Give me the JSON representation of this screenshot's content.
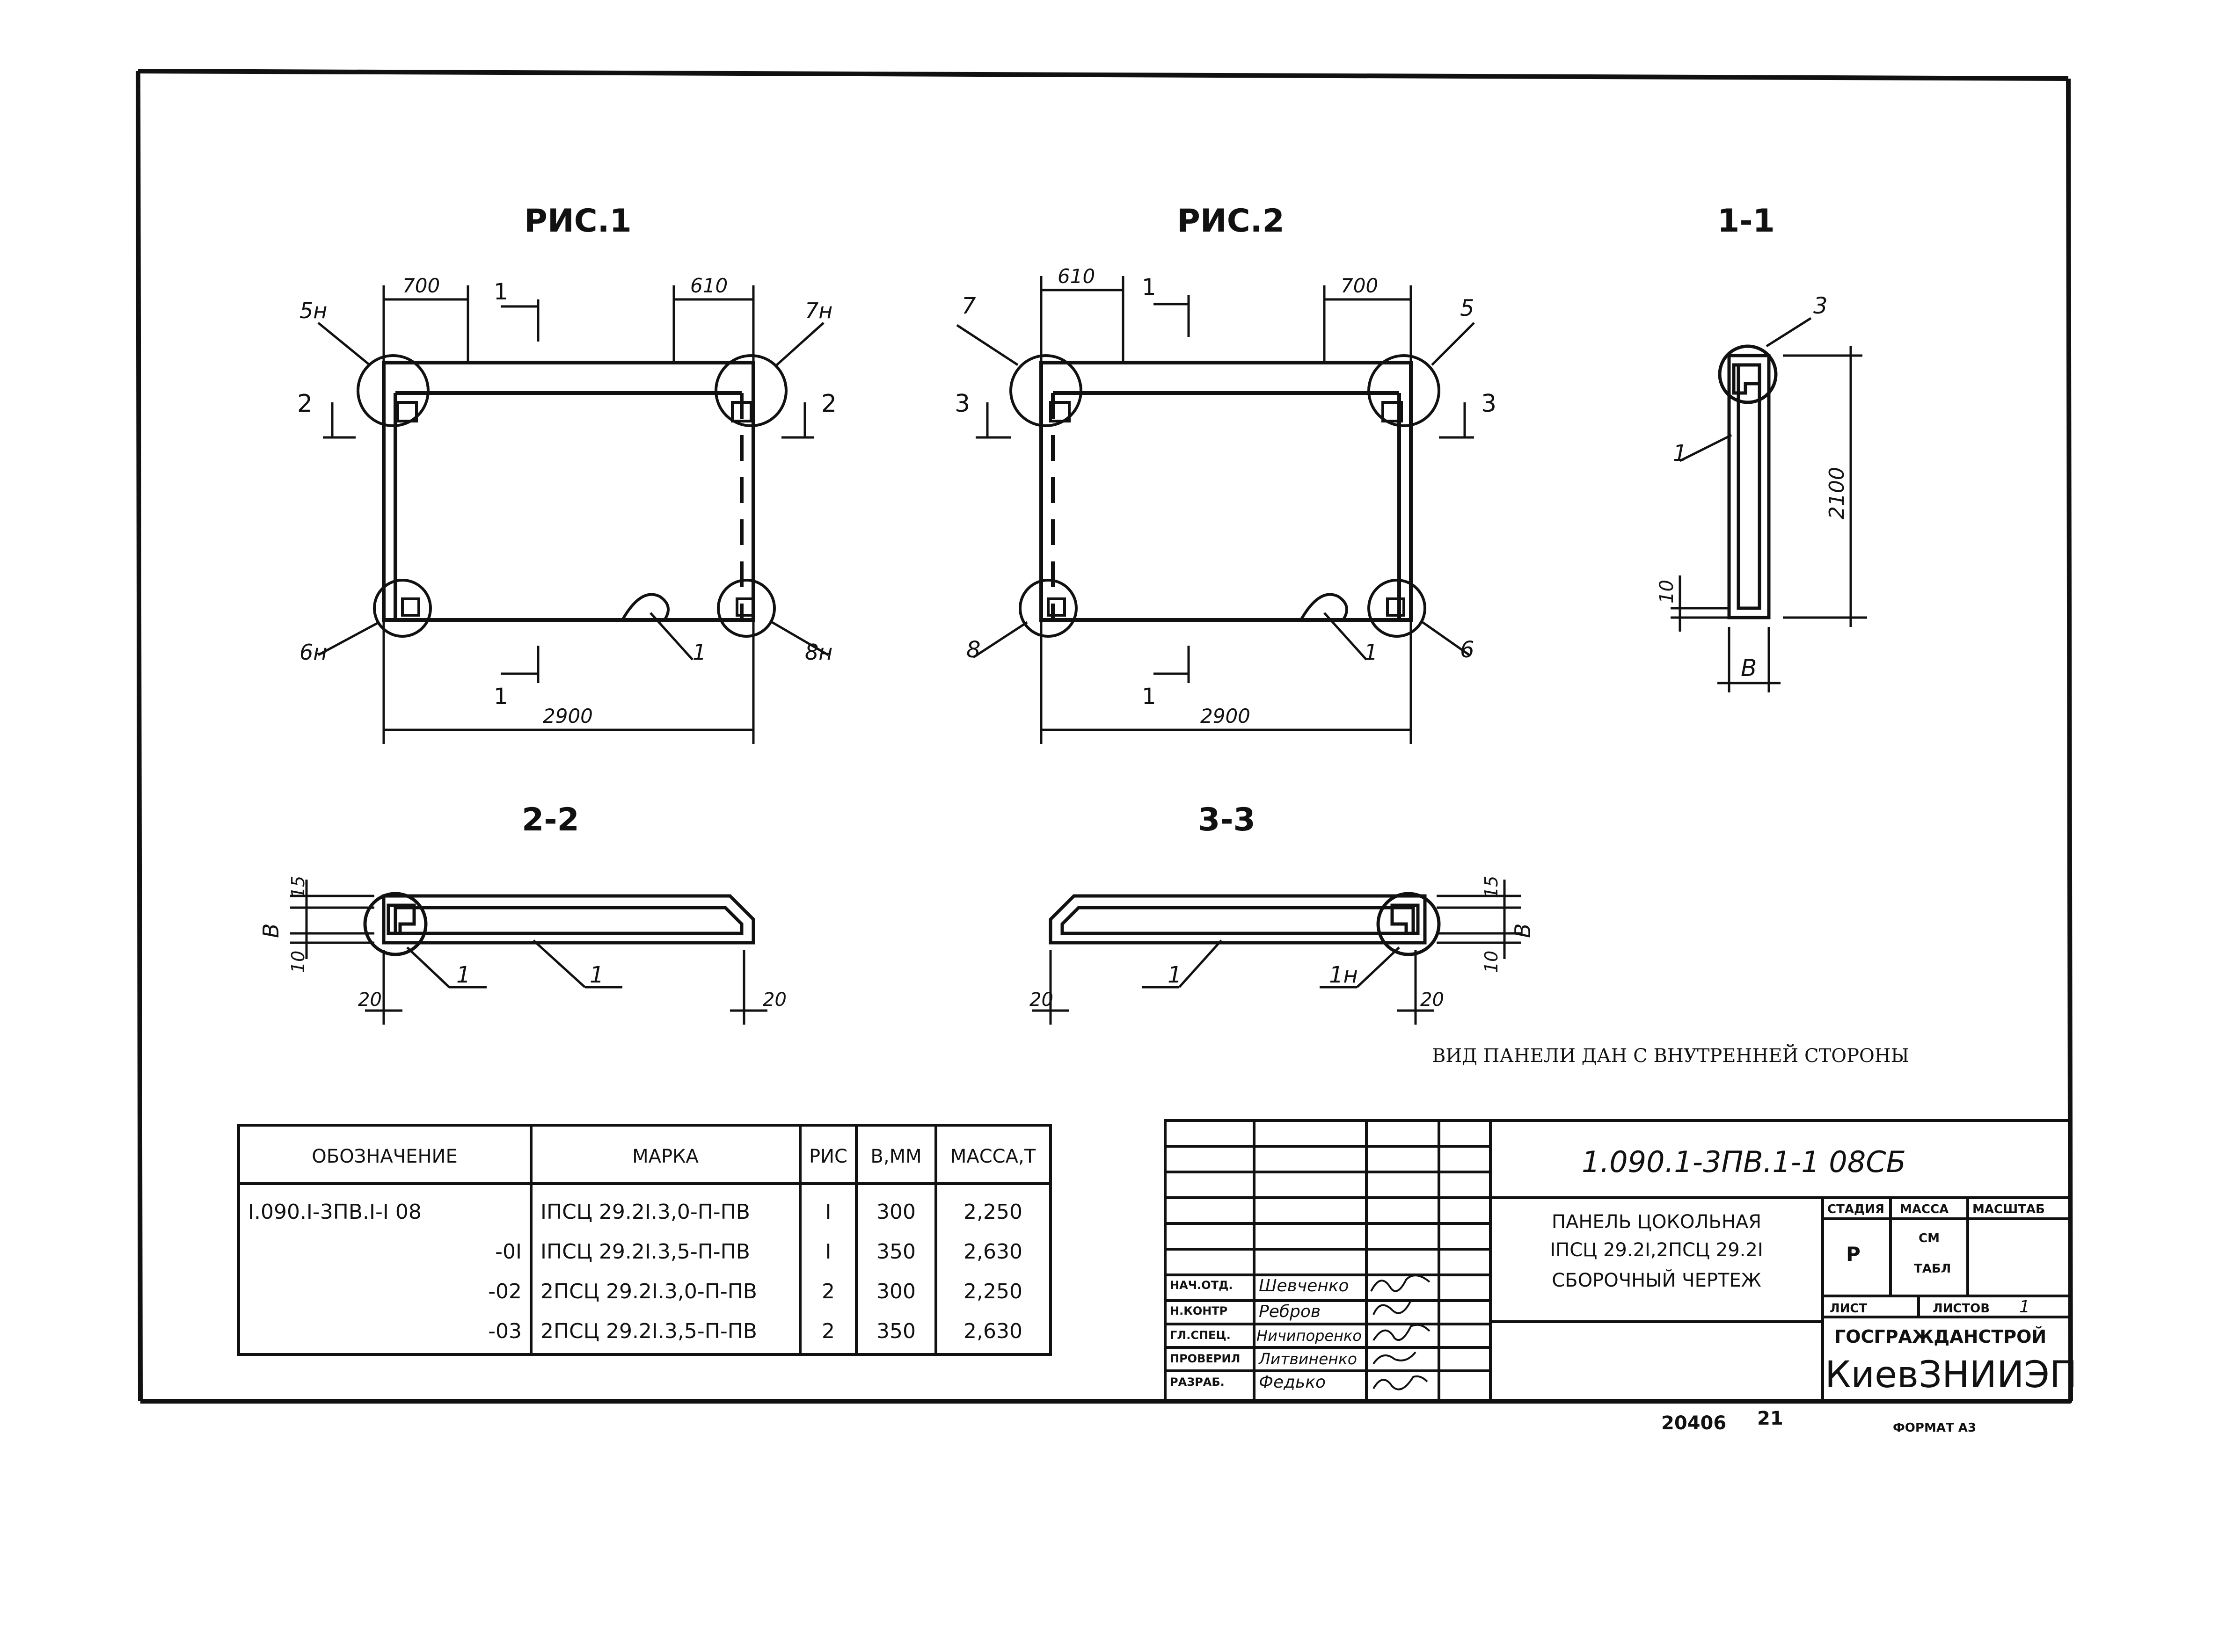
{
  "figures": {
    "fig1": {
      "title": "РИС.1",
      "dim_left": "700",
      "dim_right": "610",
      "dim_total": "2900",
      "node_tl": "5н",
      "node_tr": "7н",
      "node_bl": "6н",
      "node_br": "8н",
      "part": "1",
      "sec_top": "1",
      "sec_bottom": "1",
      "sec_left": "2",
      "sec_right": "2"
    },
    "fig2": {
      "title": "РИС.2",
      "dim_left": "610",
      "dim_right": "700",
      "dim_total": "2900",
      "node_tl": "7",
      "node_tr": "5",
      "node_bl": "8",
      "node_br": "6",
      "part": "1",
      "sec_top": "1",
      "sec_bottom": "1",
      "sec_left": "3",
      "sec_right": "3"
    },
    "sec11": {
      "title": "1-1",
      "height": "2100",
      "bottom_dim": "10",
      "width_label": "В",
      "node": "3",
      "part": "1"
    },
    "sec22": {
      "title": "2-2",
      "dim_top": "15",
      "dim_b": "В",
      "dim_bottom": "10",
      "dim_left": "20",
      "dim_right": "20",
      "part_a": "1",
      "part_b": "1"
    },
    "sec33": {
      "title": "3-3",
      "dim_top": "15",
      "dim_b": "В",
      "dim_bottom": "10",
      "dim_left": "20",
      "dim_right": "20",
      "part_a": "1",
      "part_b": "1н"
    }
  },
  "note": "ВИД ПАНЕЛИ ДАН С ВНУТРЕННЕЙ СТОРОНЫ",
  "spec_table": {
    "headers": [
      "ОБОЗНАЧЕНИЕ",
      "МАРКА",
      "РИС",
      "В,ММ",
      "МАССА,Т"
    ],
    "rows": [
      [
        "I.090.I-3ПВ.I-I 08",
        "IПСЦ 29.2I.3,0-П-ПВ",
        "I",
        "300",
        "2,250"
      ],
      [
        "-0I",
        "IПСЦ 29.2I.3,5-П-ПВ",
        "I",
        "350",
        "2,630"
      ],
      [
        "-02",
        "2ПСЦ 29.2I.3,0-П-ПВ",
        "2",
        "300",
        "2,250"
      ],
      [
        "-03",
        "2ПСЦ 29.2I.3,5-П-ПВ",
        "2",
        "350",
        "2,630"
      ]
    ]
  },
  "title_block": {
    "code": "1.090.1-3ПВ.1-1   08СБ",
    "name_line1": "ПАНЕЛЬ ЦОКОЛЬНАЯ",
    "name_line2": "IПСЦ 29.2I,2ПСЦ 29.2I",
    "name_line3": "СБОРОЧНЫЙ ЧЕРТЕЖ",
    "stage_header": "СТАДИЯ",
    "mass_header": "МАССА",
    "scale_header": "МАСШТАБ",
    "stage": "Р",
    "mass_line1": "СМ",
    "mass_line2": "ТАБЛ",
    "sheet_label": "ЛИСТ",
    "sheets_label": "ЛИСТОВ",
    "sheets_value": "1",
    "org_line1": "ГОСГРАЖДАНСТРОЙ",
    "org_line2": "КиевЗНИИЭП",
    "staff": [
      {
        "role": "НАЧ.ОТД.",
        "name": "Шевченко"
      },
      {
        "role": "Н.КОНТР",
        "name": "Ребров"
      },
      {
        "role": "ГЛ.СПЕЦ.",
        "name": "Ничипоренко"
      },
      {
        "role": "ПРОВЕРИЛ",
        "name": "Литвиненко"
      },
      {
        "role": "РАЗРАБ.",
        "name": "Федько"
      }
    ]
  },
  "footer": {
    "doc_number": "20406",
    "page": "21",
    "format": "ФОРМАТ А3"
  }
}
